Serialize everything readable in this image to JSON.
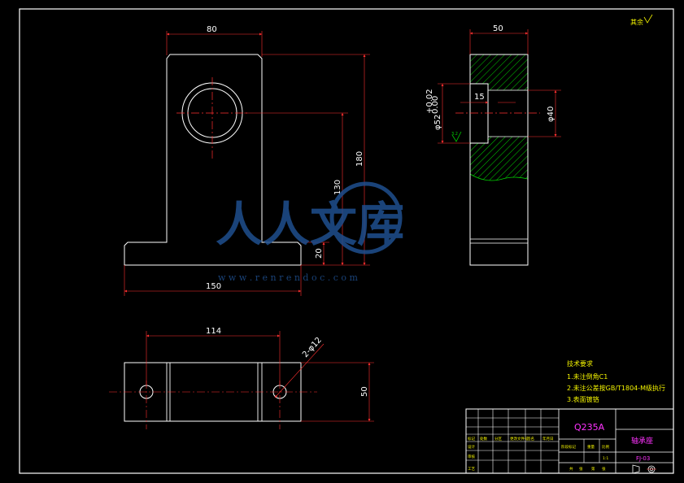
{
  "corner_text": "其余",
  "front_view": {
    "dim_width": "80",
    "dim_overall_height": "180",
    "dim_hole_center_height": "130",
    "dim_base_thickness": "20",
    "dim_base_width": "150"
  },
  "side_view": {
    "dim_width": "50",
    "dim_bore": "φ52",
    "dim_bore_tol_upper": "+0.02",
    "dim_bore_tol_lower": "0.00",
    "dim_groove": "15",
    "dim_hole": "φ40",
    "roughness": "3.2"
  },
  "top_view": {
    "dim_hole_spacing": "114",
    "dim_holes": "2-φ12",
    "dim_depth": "50"
  },
  "tech_requirements": {
    "title": "技术要求",
    "items": [
      "1.未注倒角C1",
      "2.未注公差按GB/T1804-M级执行",
      "3.表面镀铬"
    ]
  },
  "title_block": {
    "material": "Q235A",
    "part_name": "轴承座",
    "drawing_no": "FJ-03",
    "row_labels": [
      "标记",
      "处数",
      "分区",
      "更改文件号",
      "签名",
      "年月日"
    ],
    "role_labels": [
      "设计",
      "审核",
      "工艺"
    ],
    "stage_labels": [
      "阶段标记",
      "重量",
      "比例"
    ],
    "scale": "1:1",
    "sheet_labels": [
      "共",
      "张",
      "第",
      "张"
    ]
  },
  "watermark": {
    "text": "人人文库",
    "url": "w w w . r e n r e n d o c . c o m"
  }
}
